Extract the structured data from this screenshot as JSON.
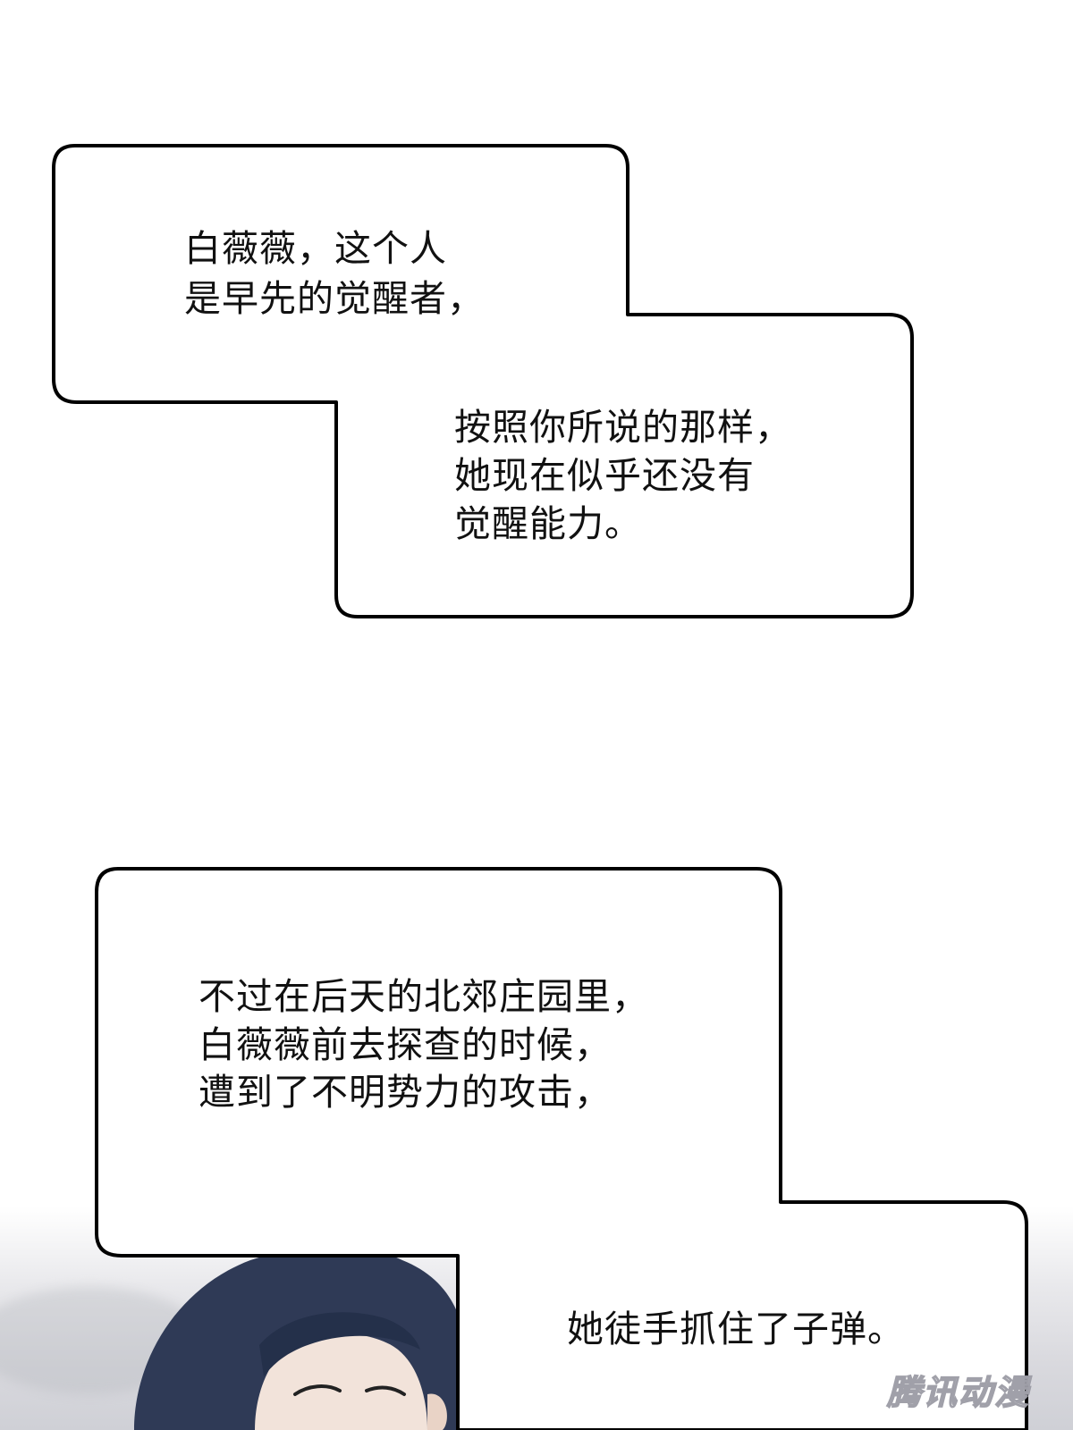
{
  "bubbles": [
    {
      "id": "speech-bubble-1",
      "lines": [
        "白薇薇，这个人",
        "是早先的觉醒者，"
      ]
    },
    {
      "id": "speech-bubble-1-continued",
      "lines": [
        "按照你所说的那样，",
        "她现在似乎还没有",
        "觉醒能力。"
      ]
    },
    {
      "id": "speech-bubble-2",
      "lines": [
        "不过在后天的北郊庄园里，",
        "白薇薇前去探查的时候，",
        "遭到了不明势力的攻击，"
      ]
    },
    {
      "id": "speech-bubble-2-continued",
      "lines": [
        "她徒手抓住了子弹。"
      ]
    }
  ],
  "watermark": {
    "text": "腾讯动漫",
    "icon": "watermark-logo-icon"
  },
  "colors": {
    "bubble_fill": "#ffffff",
    "bubble_stroke": "#000000",
    "text": "#111111",
    "hair": "#2f3a56",
    "skin": "#f2e3da"
  }
}
